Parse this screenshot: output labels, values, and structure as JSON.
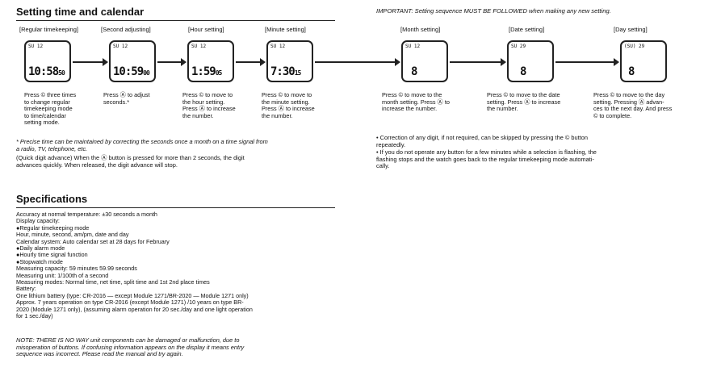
{
  "title": "Setting time and calendar",
  "important": "IMPORTANT: Setting sequence MUST BE FOLLOWED when making any new setting.",
  "steps": [
    {
      "label": "[Regular timekeeping]",
      "top": "SU  12",
      "digits": "10:58",
      "sec": "50",
      "desc": "Press © three times\nto change regular\ntimekeeping mode\nto time/calendar\nsetting mode."
    },
    {
      "label": "[Second adjusting]",
      "top": "SU  12",
      "digits": "10:59",
      "sec": "00",
      "desc": "Press Ⓐ to adjust\nseconds.*"
    },
    {
      "label": "[Hour setting]",
      "top": "SU  12",
      "digits": "1:59",
      "sec": "05",
      "desc": "Press © to move to\nthe hour setting.\nPress Ⓐ to increase\nthe number."
    },
    {
      "label": "[Minute setting]",
      "top": "SU  12",
      "digits": "7:30",
      "sec": "15",
      "desc": "Press © to move to\nthe minute setting.\nPress Ⓐ to increase\nthe number."
    },
    {
      "label": "[Month setting]",
      "top": "SU  12",
      "digits": "8",
      "sec": "",
      "desc": "Press © to move to the\nmonth setting. Press Ⓐ to\nincrease the number."
    },
    {
      "label": "[Date setting]",
      "top": "SU  29",
      "digits": "8",
      "sec": "",
      "desc": "Press © to move to the date\nsetting. Press Ⓐ to increase\nthe number."
    },
    {
      "label": "[Day setting]",
      "top": "(SU) 29",
      "digits": "8",
      "sec": "",
      "desc": "Press © to move to the day\nsetting. Pressing Ⓐ advan-\nces to the next day. And press\n© to complete."
    }
  ],
  "footnote1": "* Precise time can be maintained by correcting the seconds once a month on a time signal from\n  a radio, TV, telephone, etc.",
  "footnote2": "(Quick digit advance) When the Ⓐ button is pressed for more than 2 seconds, the digit\nadvances quickly.  When released, the digit advance will stop.",
  "bullets": [
    "• Correction of any digit, if not required, can be skipped by pressing the © button\n   repeatedly.",
    "• If you do not operate any button for a few minutes while a selection is flashing, the\n   flashing stops and the watch goes back to the regular timekeeping mode automati-\n   cally."
  ],
  "spec_title": "Specifications",
  "spec_lines": [
    "Accuracy at normal temperature: ±30 seconds a month",
    "Display capacity:",
    "●Regular timekeeping mode",
    "   Hour, minute, second, am/pm, date and day",
    "   Calendar system: Auto calendar set at 28 days for February",
    "●Daily alarm mode",
    "●Hourly time signal function",
    "●Stopwatch mode",
    "   Measuring capacity: 59 minutes 59.99 seconds",
    "   Measuring unit: 1/100th of a second",
    "   Measuring modes: Normal time, net time, split time and 1st 2nd place times",
    "Battery:",
    "   One lithium battery (type: CR-2016 — except Module 1271/BR-2020 — Module 1271 only)",
    "   Approx. 7 years operation on type CR-2016 (except Module 1271) /10 years on type BR-",
    "   2020 (Module 1271 only), (assuming alarm operation for 20 sec./day and one light operation",
    "   for 1 sec./day)"
  ],
  "note": "NOTE: THERE IS NO WAY unit components can be damaged or malfunction, due to\nmisoperation of buttons. If confusing information appears on the display it means entry\nsequence was incorrect. Please read the manual and try again."
}
